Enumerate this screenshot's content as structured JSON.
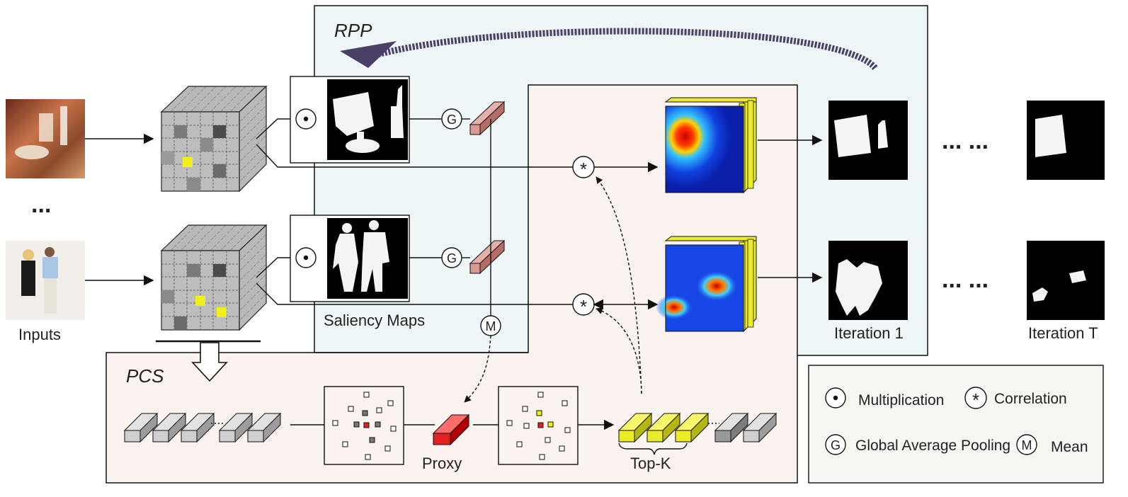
{
  "panels": {
    "rpp_label": "RPP",
    "pcs_label": "PCS"
  },
  "labels": {
    "inputs": "Inputs",
    "ellipsis_inputs": "...",
    "saliency_maps": "Saliency Maps",
    "proxy": "Proxy",
    "topk": "Top-K",
    "iteration_1": "Iteration 1",
    "iteration_t": "Iteration T",
    "dots_row1": "... ...",
    "dots_row2": "... ..."
  },
  "operators": {
    "multiply": "·",
    "correlation": "*",
    "gap": "G",
    "mean": "M"
  },
  "legend": {
    "multiplication": "Multiplication",
    "correlation": "Correlation",
    "gap": "Global Average Pooling",
    "mean": "Mean"
  },
  "colors": {
    "rpp_bg": "#eef6f8",
    "pcs_bg": "#fbf3f0",
    "legend_bg": "#f6f6f2",
    "feature_vec": "#d99a94",
    "proxy": "#e52020",
    "topk": "#ecec2a",
    "grey_vec": "#c8c8c8",
    "arrow_purple": "#4a3f66",
    "highlight": "#f2ef1a"
  }
}
